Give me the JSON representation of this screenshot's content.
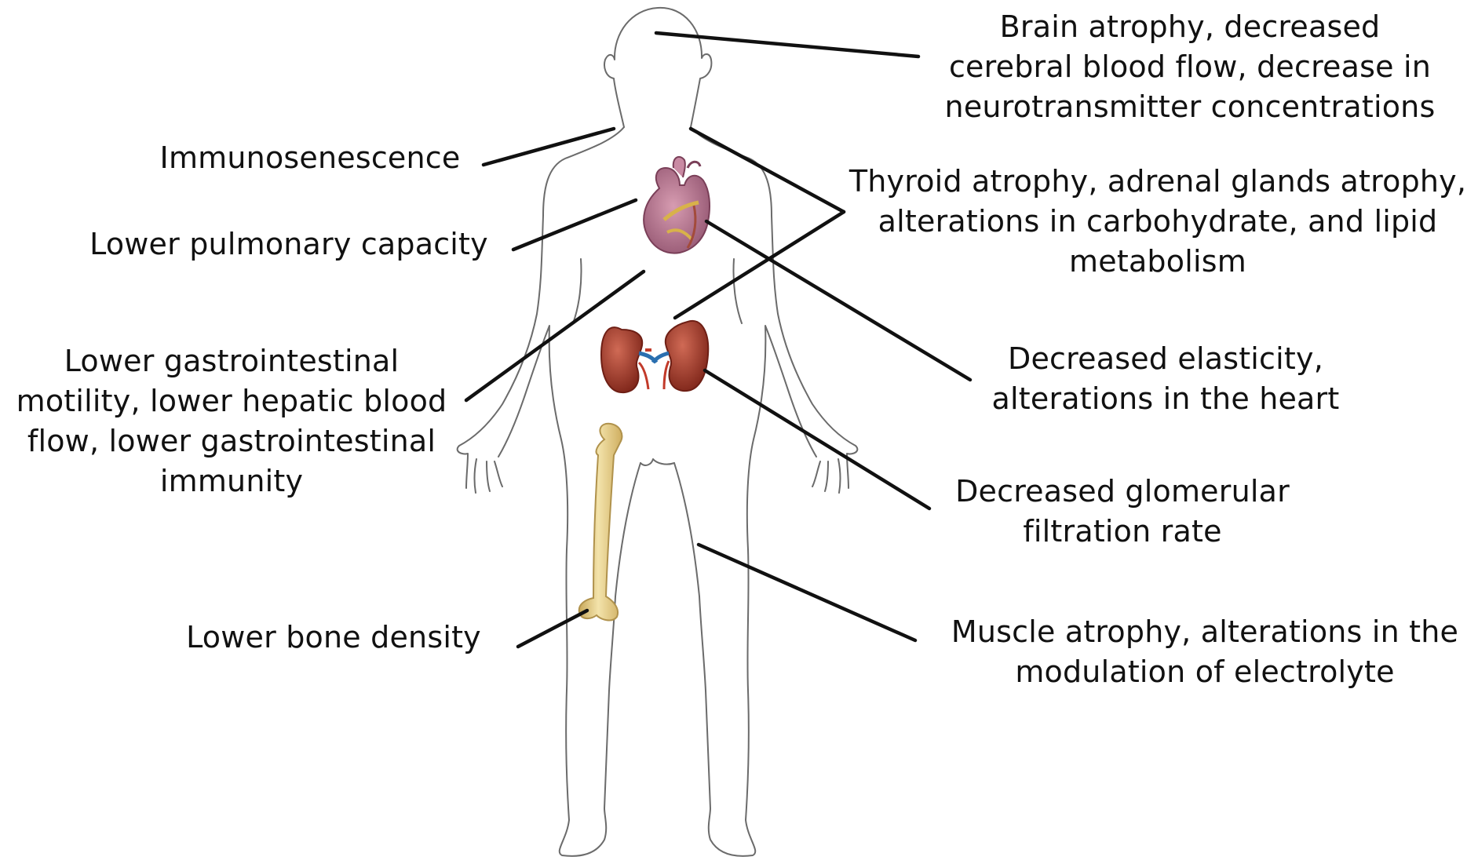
{
  "labels": {
    "brain": [
      "Brain atrophy, decreased",
      "cerebral blood flow, decrease in",
      "neurotransmitter concentrations"
    ],
    "immunosenescence": [
      "Immunosenescence"
    ],
    "thyroid": [
      "Thyroid atrophy, adrenal glands atrophy,",
      "alterations in carbohydrate, and lipid",
      "metabolism"
    ],
    "pulmonary": [
      "Lower pulmonary capacity"
    ],
    "gastrointestinal": [
      "Lower gastrointestinal",
      "motility, lower hepatic blood",
      "flow, lower gastrointestinal",
      "immunity"
    ],
    "heart": [
      "Decreased elasticity,",
      "alterations in the heart"
    ],
    "kidney": [
      "Decreased glomerular",
      "filtration rate"
    ],
    "bone": [
      "Lower bone density"
    ],
    "muscle": [
      "Muscle atrophy, alterations in the",
      "modulation of electrolyte"
    ]
  },
  "colors": {
    "outline": "#6b6b6b",
    "leader": "#111111",
    "heart": "#b06a86",
    "kidney": "#a33a2e",
    "bone": "#ecd79a"
  }
}
